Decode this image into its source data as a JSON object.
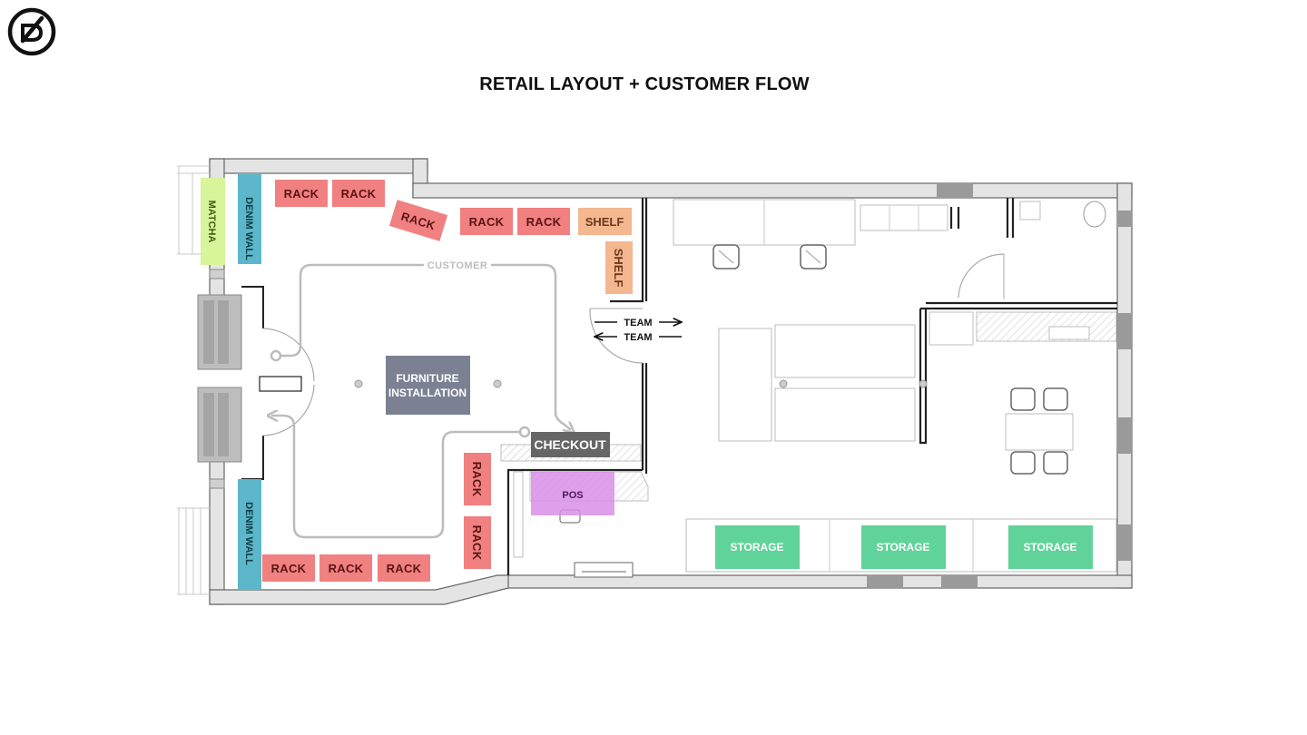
{
  "title": "RETAIL LAYOUT + CUSTOMER FLOW",
  "logo": {
    "icon": "null-o-logo-icon"
  },
  "colors": {
    "rack": "#f18080",
    "shelf": "#f5b78f",
    "denim_wall": "#5bb7c9",
    "matcha": "#d8f59a",
    "furniture_installation": "#7b8192",
    "checkout": "#666666",
    "pos": "#d88ee8",
    "storage": "#5fd39a",
    "flow": "#bcbcbc"
  },
  "zones": {
    "matcha": "MATCHA",
    "denim_wall_top": "DENIM WALL",
    "denim_wall_bottom": "DENIM WALL",
    "racks_top": [
      "RACK",
      "RACK",
      "RACK",
      "RACK",
      "RACK"
    ],
    "shelf_top": "SHELF",
    "shelf_side": "SHELF",
    "furniture_installation": [
      "FURNITURE",
      "INSTALLATION"
    ],
    "checkout": "CHECKOUT",
    "pos": "POS",
    "racks_side": [
      "RACK",
      "RACK"
    ],
    "racks_bottom": [
      "RACK",
      "RACK",
      "RACK"
    ],
    "storage": [
      "STORAGE",
      "STORAGE",
      "STORAGE"
    ]
  },
  "flow": {
    "customer": "CUSTOMER",
    "team_in": "TEAM",
    "team_out": "TEAM"
  }
}
